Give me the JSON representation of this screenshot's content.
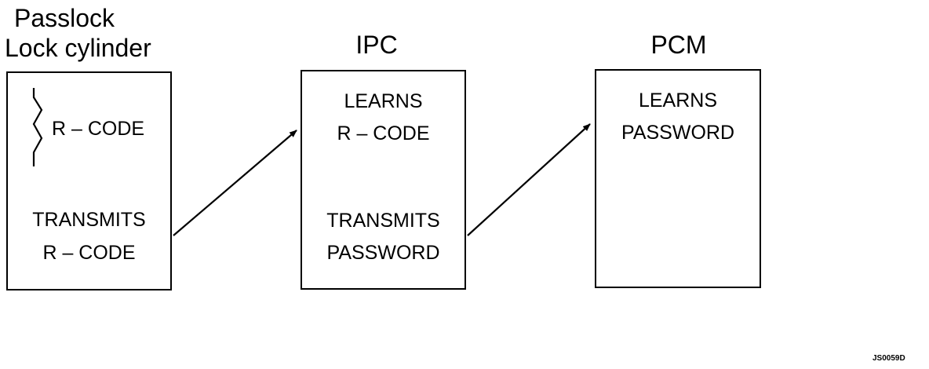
{
  "headings": {
    "cylinder_line1": "Passlock",
    "cylinder_line2": "Lock cylinder",
    "ipc": "IPC",
    "pcm": "PCM"
  },
  "cylinder_box": {
    "rcode": "R – CODE",
    "transmits_line1": "TRANSMITS",
    "transmits_line2": "R – CODE",
    "key_icon": "key-blade-icon"
  },
  "ipc_box": {
    "learns_line1": "LEARNS",
    "learns_line2": "R – CODE",
    "transmits_line1": "TRANSMITS",
    "transmits_line2": "PASSWORD"
  },
  "pcm_box": {
    "learns_line1": "LEARNS",
    "learns_line2": "PASSWORD"
  },
  "figure_code": "JS0059D"
}
